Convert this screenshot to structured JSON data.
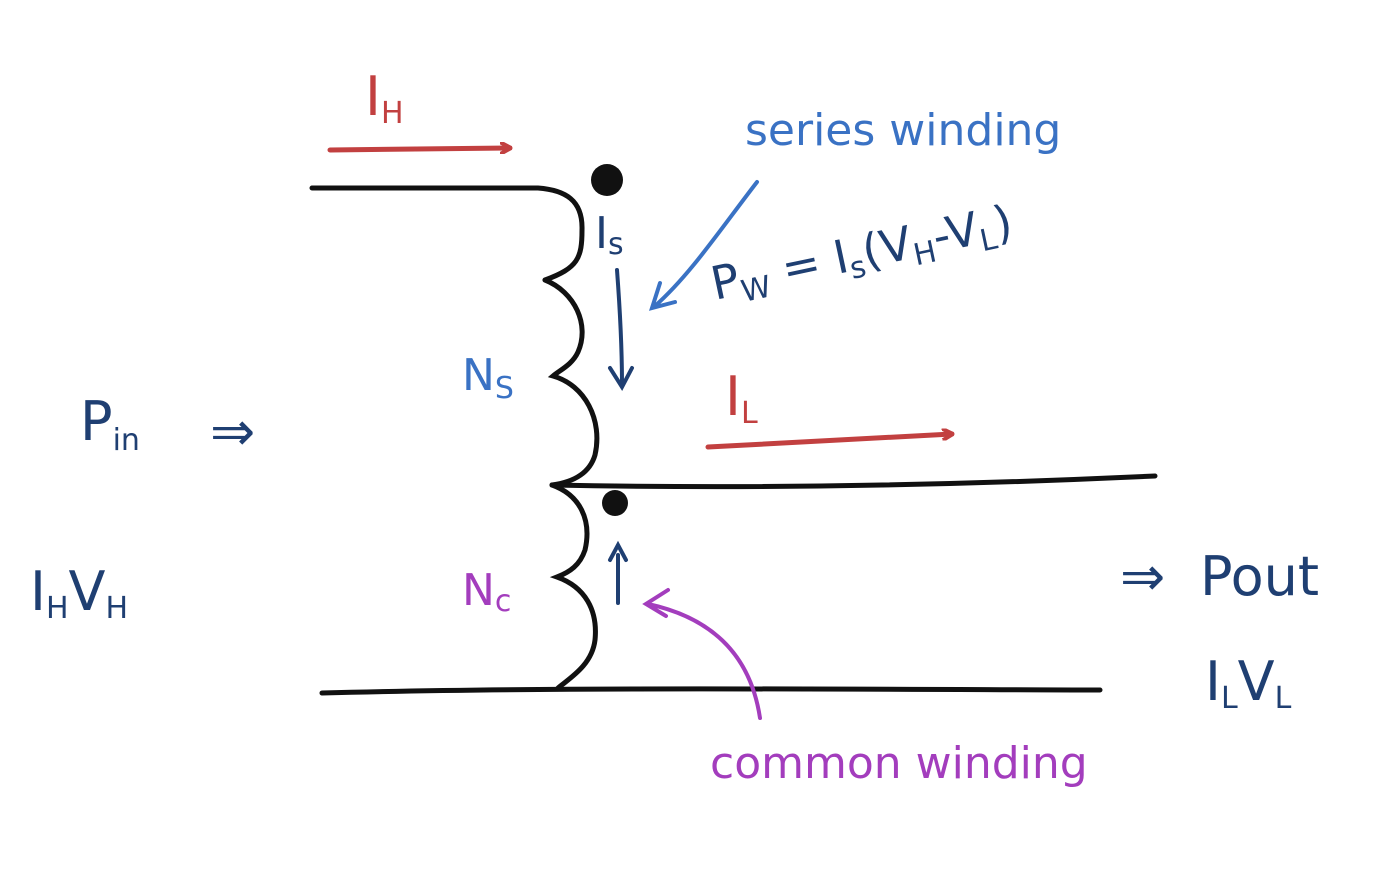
{
  "colors": {
    "wire": "#111111",
    "current_red": "#c24040",
    "navy": "#1f3f72",
    "series_blue": "#3a72c4",
    "common_purple": "#a33dbd"
  },
  "labels": {
    "i_high": {
      "main": "I",
      "sub": "H"
    },
    "i_series": {
      "main": "I",
      "sub": "s"
    },
    "i_low": {
      "main": "I",
      "sub": "L"
    },
    "n_series": {
      "main": "N",
      "sub": "S"
    },
    "n_common": {
      "main": "N",
      "sub": "c"
    },
    "series_winding": "series winding",
    "common_winding": "common winding",
    "winding_power": "P",
    "winding_power_sub": "W",
    "winding_power_eq": " = I",
    "winding_power_eq_sub": "s",
    "winding_power_paren_open": "(V",
    "winding_power_vh_sub": "H",
    "winding_power_minus": "-V",
    "winding_power_vl_sub": "L",
    "winding_power_paren_close": ")",
    "p_in": "P",
    "p_in_sub": "in",
    "p_in_arrow": "⇒",
    "input_power_i": "I",
    "input_power_i_sub": "H",
    "input_power_v": "V",
    "input_power_v_sub": "H",
    "p_out_arrow": "⇒",
    "p_out": "Pout",
    "output_power_i": "I",
    "output_power_i_sub": "L",
    "output_power_v": "V",
    "output_power_v_sub": "L"
  }
}
